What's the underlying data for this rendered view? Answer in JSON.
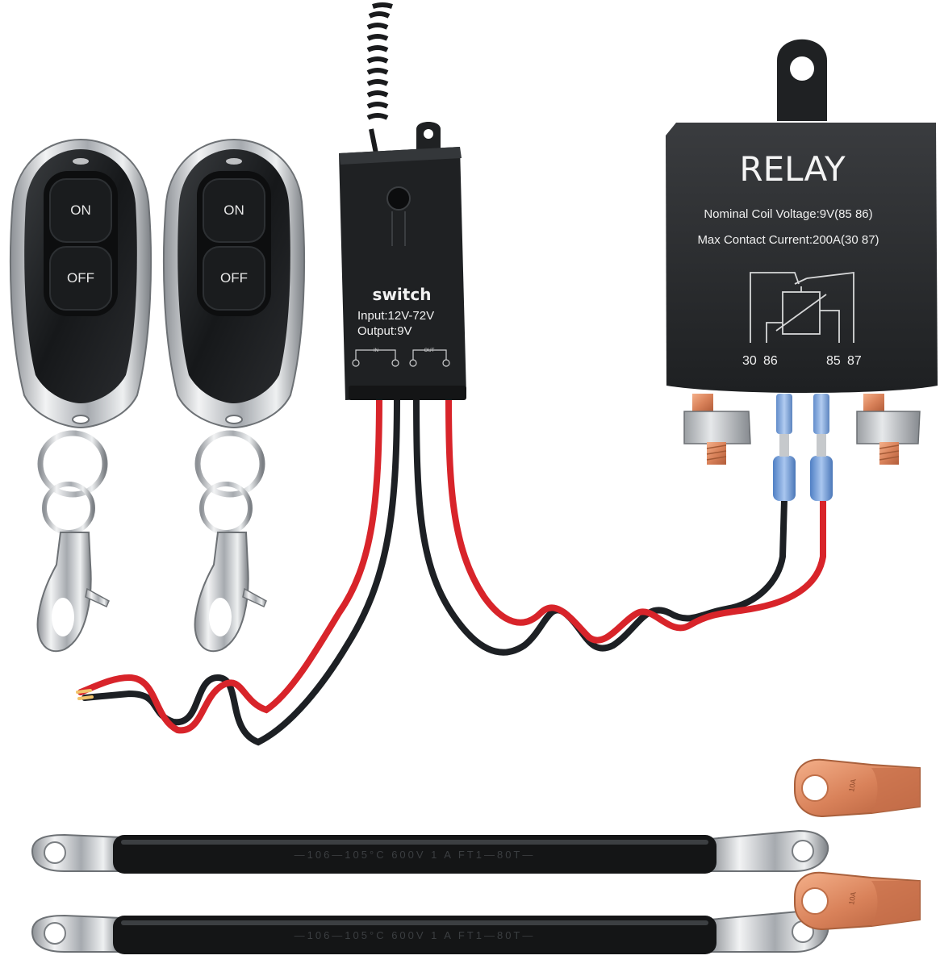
{
  "remote_left": {
    "on_label": "ON",
    "off_label": "OFF"
  },
  "remote_right": {
    "on_label": "ON",
    "off_label": "OFF"
  },
  "switch_module": {
    "title": "switch",
    "input_spec": "Input:12V-72V",
    "output_spec": "Output:9V",
    "in_marker": "IN",
    "out_marker": "OUT"
  },
  "relay": {
    "title": "RELAY",
    "coil_spec": "Nominal Coil Voltage:9V(85 86)",
    "contact_spec": "Max Contact Current:200A(30 87)",
    "pin_30": "30",
    "pin_86": "86",
    "pin_85": "85",
    "pin_87": "87"
  },
  "cables": {
    "print_upper": "—106—105°C  600V  1  A  FT1—80T—",
    "print_lower": "—106—105°C  600V  1  A  FT1—80T—"
  },
  "lugs": {
    "lug_mark": "10A"
  },
  "colors": {
    "wire_red": "#d8242a",
    "wire_black": "#1d2024",
    "body_black": "#1f2123",
    "copper": "#d9825a",
    "chrome": "#c9ccd0"
  }
}
